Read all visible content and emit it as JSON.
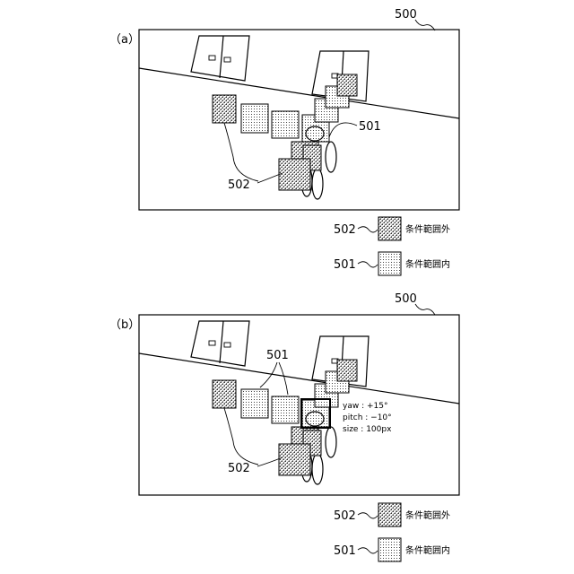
{
  "figure_number": "500",
  "panels": [
    {
      "id": "a",
      "label": "（a）",
      "label_501": "501",
      "label_502": "502",
      "info": null
    },
    {
      "id": "b",
      "label": "（b）",
      "label_501": "501",
      "label_502": "502",
      "info": {
        "yaw": "yaw : +15°",
        "pitch": "pitch : −10°",
        "size": "size : 100px"
      }
    }
  ],
  "legend": [
    {
      "ref": "502",
      "text": "条件範囲外",
      "pattern": "hatched"
    },
    {
      "ref": "501",
      "text": "条件範囲内",
      "pattern": "dotted"
    }
  ]
}
